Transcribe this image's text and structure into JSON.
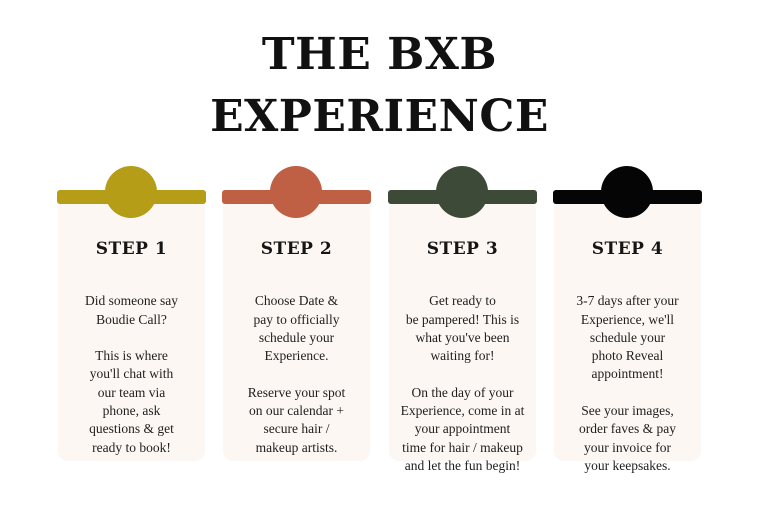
{
  "title": {
    "line1": "THE BXB",
    "line2": "EXPERIENCE"
  },
  "steps": [
    {
      "heading": "STEP 1",
      "color": "#b59d18",
      "para1": "Did someone say\nBoudie Call?",
      "para2": "This is where\nyou'll chat with\nour team via\nphone, ask\nquestions & get\nready to book!"
    },
    {
      "heading": "STEP 2",
      "color": "#bf5f43",
      "para1": "Choose Date &\npay to officially\nschedule your\nExperience.",
      "para2": "Reserve your spot\non our calendar +\nsecure hair /\nmakeup artists."
    },
    {
      "heading": "STEP 3",
      "color": "#3e4a38",
      "para1": "Get ready to\nbe pampered! This is\nwhat you've been\nwaiting for!",
      "para2": "On the day of your\nExperience, come in at\nyour appointment\ntime for hair / makeup\nand let the fun begin!"
    },
    {
      "heading": "STEP 4",
      "color": "#050505",
      "para1": "3-7 days after your\nExperience, we'll\nschedule your\nphoto Reveal\nappointment!",
      "para2": "See your images,\norder faves & pay\nyour invoice for\nyour keepsakes."
    }
  ]
}
